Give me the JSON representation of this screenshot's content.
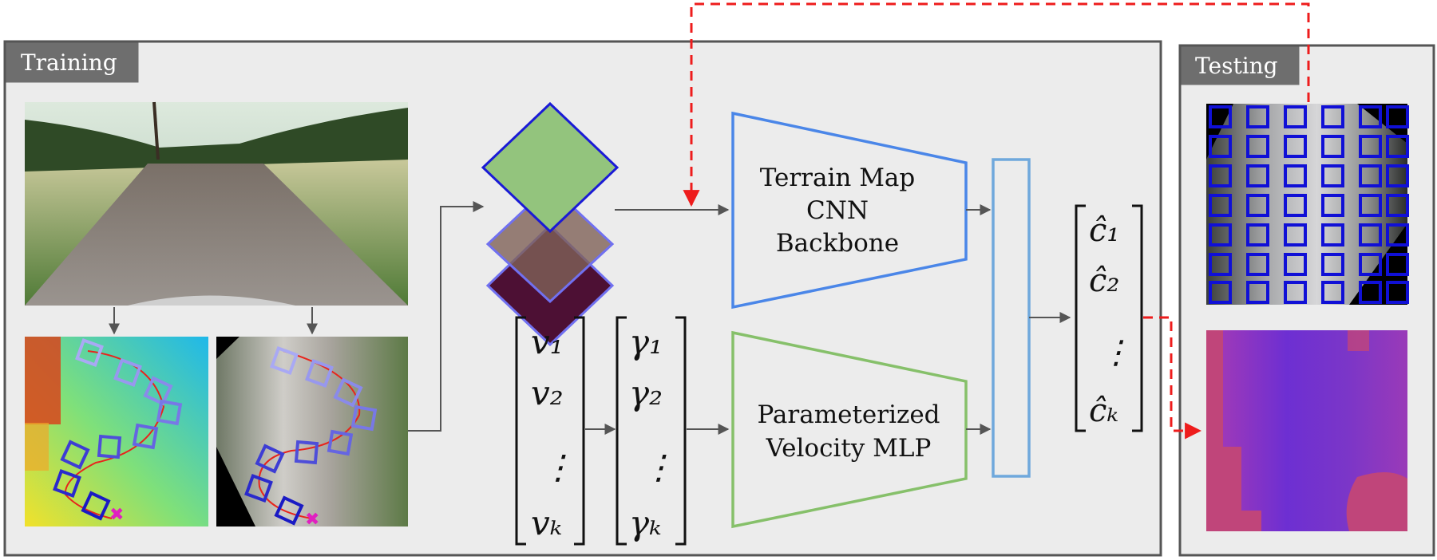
{
  "training": {
    "label": "Training"
  },
  "testing": {
    "label": "Testing"
  },
  "terrain_cnn": {
    "line1": "Terrain Map",
    "line2": "CNN",
    "line3": "Backbone"
  },
  "velocity_mlp": {
    "line1": "Parameterized",
    "line2": "Velocity MLP"
  },
  "velocity_vector": {
    "entries": [
      "v₁",
      "v₂",
      "⋮",
      "vₖ"
    ]
  },
  "gamma_vector": {
    "entries": [
      "γ₁",
      "γ₂",
      "⋮",
      "γₖ"
    ]
  },
  "cost_vector": {
    "entries": [
      "ĉ₁",
      "ĉ₂",
      "⋮",
      "ĉₖ"
    ]
  },
  "colors": {
    "panel_bg": "#ececec",
    "panel_border": "#555555",
    "tab_bg": "#6e6e6e",
    "cnn_blue": "#4a86e8",
    "mlp_green": "#86c06a",
    "concat_blue": "#6fa8dc",
    "dashed_red": "#ee1c1c",
    "arrow_gray": "#555555"
  }
}
